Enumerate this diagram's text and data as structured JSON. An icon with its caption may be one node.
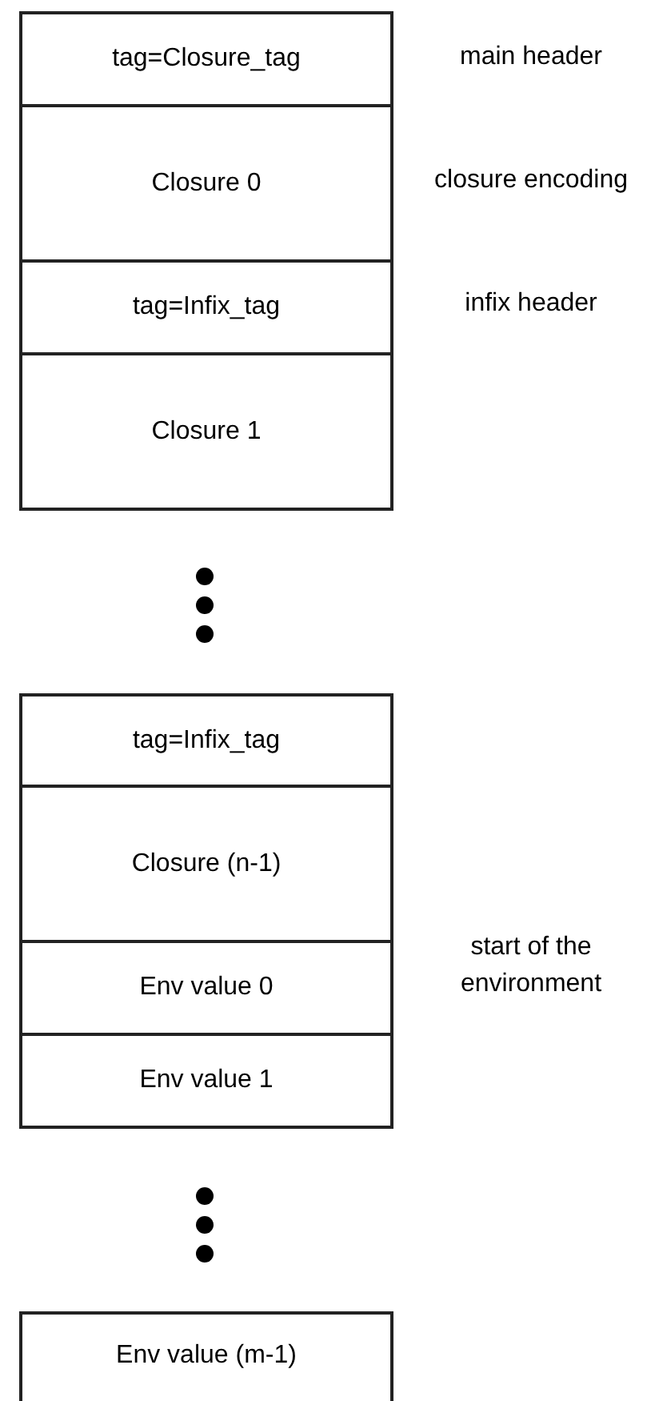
{
  "diagram": {
    "nodes": [
      {
        "text": [
          "tag=Closure_tag"
        ],
        "beside": [
          "main header"
        ]
      },
      {
        "text": [
          "Closure 0"
        ],
        "beside": [
          "closure encoding"
        ]
      },
      {
        "text": [
          "tag=Infix_tag"
        ],
        "beside": [
          "infix header"
        ]
      },
      {
        "text": [
          "Closure 1"
        ]
      },
      {
        "text": [
          "tag=Infix_tag"
        ]
      },
      {
        "text": [
          "Closure (n-1)"
        ]
      },
      {
        "text": [
          "Env value 0"
        ],
        "beside": [
          "start of the environment"
        ]
      },
      {
        "text": [
          "Env value 1"
        ]
      },
      {
        "text": [
          "Env value (m-1)"
        ]
      }
    ]
  }
}
